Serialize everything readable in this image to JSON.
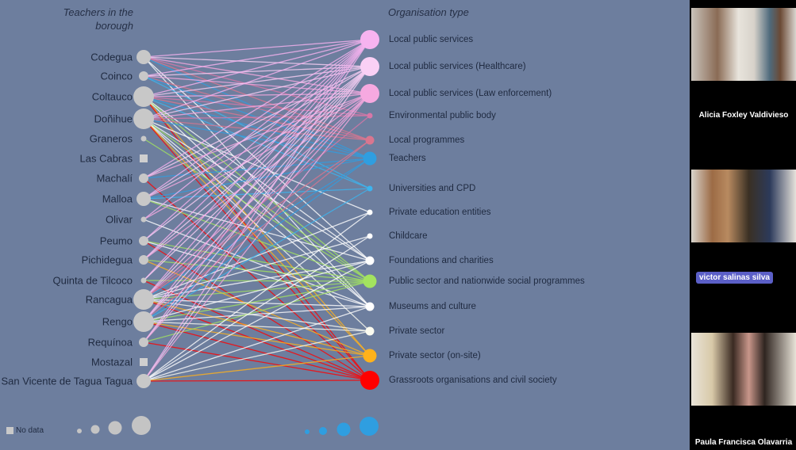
{
  "slide": {
    "left_header": "Teachers in the borough",
    "right_header": "Organisation type",
    "no_data_label": "No data",
    "boroughs": [
      {
        "name": "Codegua",
        "size": 3
      },
      {
        "name": "Coinco",
        "size": 2
      },
      {
        "name": "Coltauco",
        "size": 4
      },
      {
        "name": "Doñihue",
        "size": 4
      },
      {
        "name": "Graneros",
        "size": 1
      },
      {
        "name": "Las Cabras",
        "size": 0
      },
      {
        "name": "Machalí",
        "size": 2
      },
      {
        "name": "Malloa",
        "size": 3
      },
      {
        "name": "Olivar",
        "size": 1
      },
      {
        "name": "Peumo",
        "size": 2
      },
      {
        "name": "Pichidegua",
        "size": 2
      },
      {
        "name": "Quinta de Tilcoco",
        "size": 1
      },
      {
        "name": "Rancagua",
        "size": 4
      },
      {
        "name": "Rengo",
        "size": 4
      },
      {
        "name": "Requínoa",
        "size": 2
      },
      {
        "name": "Mostazal",
        "size": 0
      },
      {
        "name": "San Vicente de Tagua Tagua",
        "size": 3
      }
    ],
    "organisations": [
      {
        "name": "Local public services",
        "size": 4,
        "color": "#f7b3f0"
      },
      {
        "name": "Local public services (Healthcare)",
        "size": 4,
        "color": "#fad0f5"
      },
      {
        "name": "Local public services (Law enforcement)",
        "size": 4,
        "color": "#f6a9e0"
      },
      {
        "name": "Environmental public body",
        "size": 1,
        "color": "#d877a8"
      },
      {
        "name": "Local programmes",
        "size": 2,
        "color": "#d9768f"
      },
      {
        "name": "Teachers",
        "size": 3,
        "color": "#2f9ee0"
      },
      {
        "name": "Universities and CPD",
        "size": 1,
        "color": "#3cb4ee"
      },
      {
        "name": "Private education entities",
        "size": 1,
        "color": "#ffffff"
      },
      {
        "name": "Childcare",
        "size": 1,
        "color": "#ffffff"
      },
      {
        "name": "Foundations and charities",
        "size": 2,
        "color": "#ffffff"
      },
      {
        "name": "Public sector and nationwide social programmes",
        "size": 3,
        "color": "#a3e35f"
      },
      {
        "name": "Museums and culture",
        "size": 2,
        "color": "#ffffff"
      },
      {
        "name": "Private sector",
        "size": 2,
        "color": "#fbfbf0"
      },
      {
        "name": "Private sector (on-site)",
        "size": 3,
        "color": "#ffb21c"
      },
      {
        "name": "Grassroots organisations and civil society",
        "size": 4,
        "color": "#ff0000"
      }
    ],
    "links": {
      "0": [
        0,
        1,
        2,
        3,
        4,
        5,
        9,
        11
      ],
      "1": [
        0,
        1,
        2,
        4,
        5,
        6
      ],
      "2": [
        0,
        1,
        2,
        3,
        4,
        5,
        6,
        9,
        10,
        11,
        13,
        14
      ],
      "3": [
        0,
        1,
        2,
        3,
        4,
        5,
        7,
        9,
        10,
        11,
        12,
        13,
        14
      ],
      "4": [
        10
      ],
      "6": [
        0,
        1,
        2,
        5,
        14
      ],
      "7": [
        0,
        1,
        2,
        5,
        6,
        9,
        10
      ],
      "8": [
        0,
        2,
        11
      ],
      "9": [
        0,
        1,
        10,
        11,
        14
      ],
      "10": [
        0,
        1,
        2,
        10,
        13
      ],
      "11": [
        0,
        1,
        10,
        14
      ],
      "12": [
        0,
        1,
        2,
        3,
        4,
        5,
        7,
        8,
        9,
        10,
        11,
        12,
        13,
        14
      ],
      "13": [
        0,
        1,
        2,
        4,
        5,
        6,
        9,
        10,
        11,
        12,
        13,
        14
      ],
      "14": [
        0,
        1,
        2,
        10,
        14
      ],
      "16": [
        0,
        1,
        2,
        7,
        8,
        9,
        11,
        12,
        13,
        14
      ]
    }
  },
  "legend": {
    "teacher_sizes": [
      1,
      2,
      3,
      4
    ],
    "organisation_sizes": [
      1,
      2,
      3,
      4
    ],
    "teacher_color": "#c4c4c4",
    "organisation_color": "#2f9ee0"
  },
  "participants": [
    {
      "name": "Alicia Foxley Valdivieso",
      "speaking": false
    },
    {
      "name": "victor salinas silva",
      "speaking": true
    },
    {
      "name": "Paula Francisca Olavarria",
      "speaking": false
    }
  ]
}
